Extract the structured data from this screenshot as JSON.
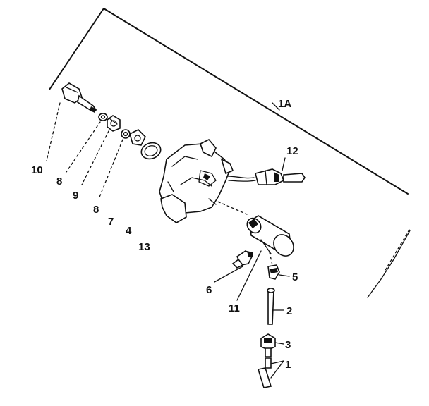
{
  "labels": {
    "assembly": "1A",
    "part_1": "1",
    "part_2": "2",
    "part_3": "3",
    "part_4": "4",
    "part_5": "5",
    "part_6": "6",
    "part_7": "7",
    "part_8a": "8",
    "part_8b": "8",
    "part_9": "9",
    "part_10": "10",
    "part_11": "11",
    "part_12": "12",
    "part_13": "13"
  }
}
